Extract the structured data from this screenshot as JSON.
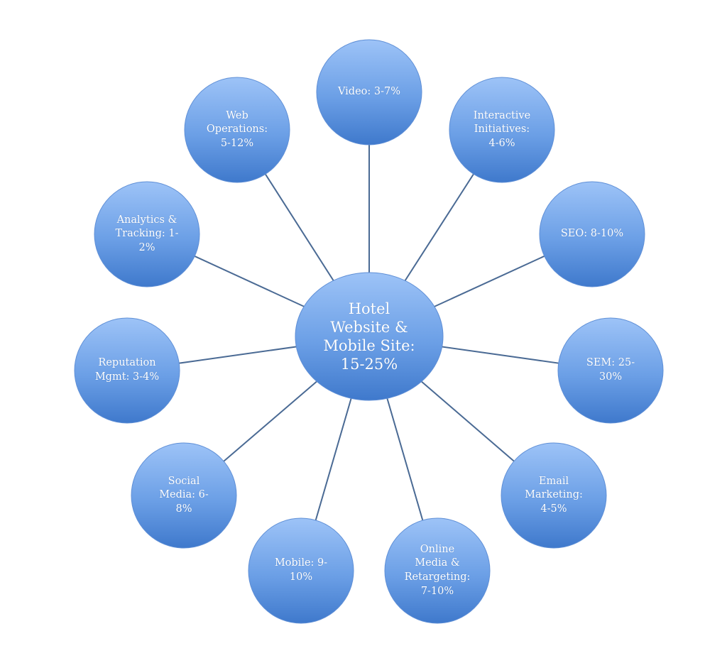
{
  "diagram": {
    "center": {
      "label": "Hotel\nWebsite &\nMobile Site:\n15-25%"
    },
    "nodes": [
      {
        "id": "video",
        "label": "Video: 3-7%"
      },
      {
        "id": "interactive-initiatives",
        "label": "Interactive\nInitiatives:\n4-6%"
      },
      {
        "id": "seo",
        "label": "SEO: 8-10%"
      },
      {
        "id": "sem",
        "label": "SEM: 25-\n30%"
      },
      {
        "id": "email-marketing",
        "label": "Email\nMarketing:\n4-5%"
      },
      {
        "id": "online-media-retargeting",
        "label": "Online\nMedia &\nRetargeting:\n7-10%"
      },
      {
        "id": "mobile",
        "label": "Mobile: 9-\n10%"
      },
      {
        "id": "social-media",
        "label": "Social\nMedia: 6-\n8%"
      },
      {
        "id": "reputation-mgmt",
        "label": "Reputation\nMgmt: 3-4%"
      },
      {
        "id": "analytics-tracking",
        "label": "Analytics &\nTracking: 1-\n2%"
      },
      {
        "id": "web-operations",
        "label": "Web\nOperations:\n5-12%"
      }
    ]
  },
  "colors": {
    "circle_top": "#9dc3f7",
    "circle_bottom": "#3f79cc",
    "connector": "#4a6a94",
    "text": "#ffffff"
  }
}
